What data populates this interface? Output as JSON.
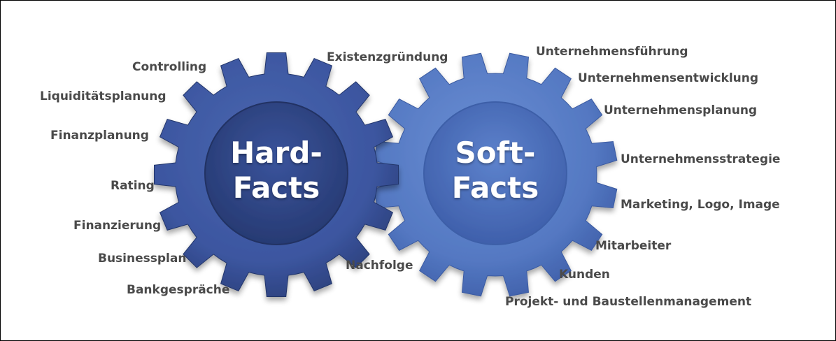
{
  "gears": {
    "hard": {
      "line1": "Hard-",
      "line2": "Facts",
      "color_dark": "#2b3f7a",
      "color_mid": "#3c56a0",
      "color_light": "#4a66b0"
    },
    "soft": {
      "line1": "Soft-",
      "line2": "Facts",
      "color_dark": "#3e5ea8",
      "color_mid": "#5478c2",
      "color_light": "#6a8fd4"
    }
  },
  "labels": {
    "hard": {
      "controlling": "Controlling",
      "liquiditaetsplanung": "Liquiditätsplanung",
      "finanzplanung": "Finanzplanung",
      "rating": "Rating",
      "finanzierung": "Finanzierung",
      "businessplan": "Businessplan",
      "bankgespraeche": "Bankgespräche"
    },
    "shared": {
      "existenzgruendung": "Existenzgründung",
      "nachfolge": "Nachfolge"
    },
    "soft": {
      "unternehmensfuehrung": "Unternehmensführung",
      "unternehmensentwicklung": "Unternehmensentwicklung",
      "unternehmensplanung": "Unternehmensplanung",
      "unternehmensstrategie": "Unternehmensstrategie",
      "marketing": "Marketing, Logo, Image",
      "mitarbeiter": "Mitarbeiter",
      "kunden": "Kunden",
      "projekt": "Projekt- und Baustellenmanagement"
    }
  },
  "colors": {
    "label_text": "#4a4a4a",
    "border": "#000000",
    "background": "#ffffff"
  }
}
